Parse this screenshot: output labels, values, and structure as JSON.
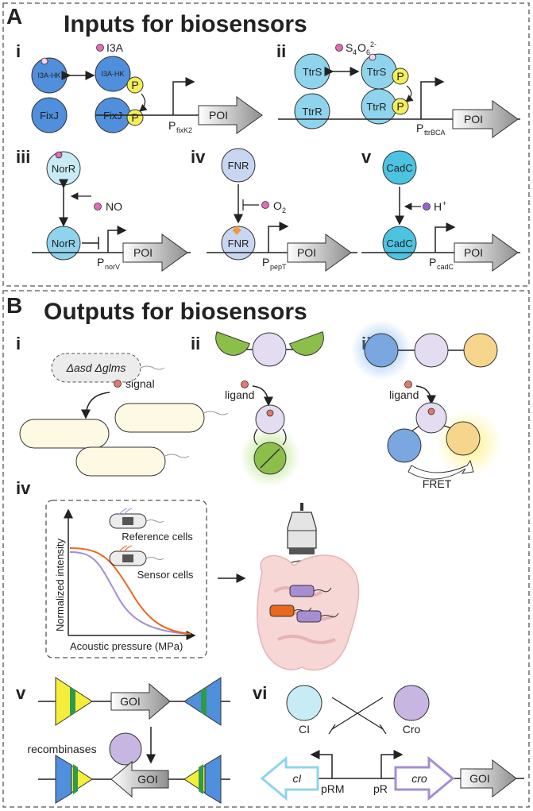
{
  "panel_a": {
    "letter": "A",
    "title": "Inputs for biosensors",
    "i": {
      "roman": "i",
      "signal": "I3A",
      "hk_left": "I3A-HK",
      "hk_right": "I3A-HK",
      "fixj_left": "FixJ",
      "fixj_right": "FixJ",
      "p": "P",
      "promoter": "P",
      "promoter_sub": "fixK2",
      "poi": "POI"
    },
    "ii": {
      "roman": "ii",
      "signal_main": "S",
      "signal_sub": "4",
      "signal_mid": "O",
      "signal_sub2": "6",
      "signal_sup": "2-",
      "ttrs_left": "TtrS",
      "ttrr_left": "TtrR",
      "ttrs_right": "TtrS",
      "ttrr_right": "TtrR",
      "p": "P",
      "promoter": "P",
      "promoter_sub": "ttrBCA",
      "poi": "POI"
    },
    "iii": {
      "roman": "iii",
      "top": "NorR",
      "bottom": "NorR",
      "signal": "NO",
      "promoter": "P",
      "promoter_sub": "norV",
      "poi": "POI"
    },
    "iv": {
      "roman": "iv",
      "top": "FNR",
      "bottom": "FNR",
      "signal": "O",
      "signal_sub": "2",
      "promoter": "P",
      "promoter_sub": "pepT",
      "poi": "POI"
    },
    "v": {
      "roman": "v",
      "top": "CadC",
      "bottom": "CadC",
      "signal": "H",
      "signal_sup": "+",
      "promoter": "P",
      "promoter_sub": "cadC",
      "poi": "POI"
    }
  },
  "panel_b": {
    "letter": "B",
    "title": "Outputs for biosensors",
    "i": {
      "roman": "i",
      "strain": "Δasd Δglms",
      "signal": "signal"
    },
    "ii": {
      "roman": "ii",
      "ligand": "ligand"
    },
    "iii": {
      "roman": "iii",
      "ligand": "ligand",
      "fret": "FRET"
    },
    "iv": {
      "roman": "iv",
      "ylabel": "Normalized intensity",
      "xlabel": "Acoustic pressure (MPa)",
      "legend_ref": "Reference cells",
      "legend_sensor": "Sensor cells"
    },
    "v": {
      "roman": "v",
      "goi_top": "GOI",
      "goi_bottom": "GOI",
      "recombinases": "recombinases"
    },
    "vi": {
      "roman": "vi",
      "ci": "CI",
      "cro": "Cro",
      "ci_gene": "cI",
      "cro_gene": "cro",
      "prm": "pRM",
      "pr": "pR",
      "goi": "GOI"
    }
  },
  "colors": {
    "blue_dark": "#4f8fdc",
    "blue_light": "#8fd3ec",
    "lavender": "#c9d6f2",
    "teal": "#4cc3e0",
    "yellow": "#f4ee5a",
    "magenta": "#e36bb7",
    "purple": "#a58ed2",
    "orange": "#e8681f",
    "green": "#8cbf4a",
    "grey_arrow": "#b5b5b5"
  }
}
